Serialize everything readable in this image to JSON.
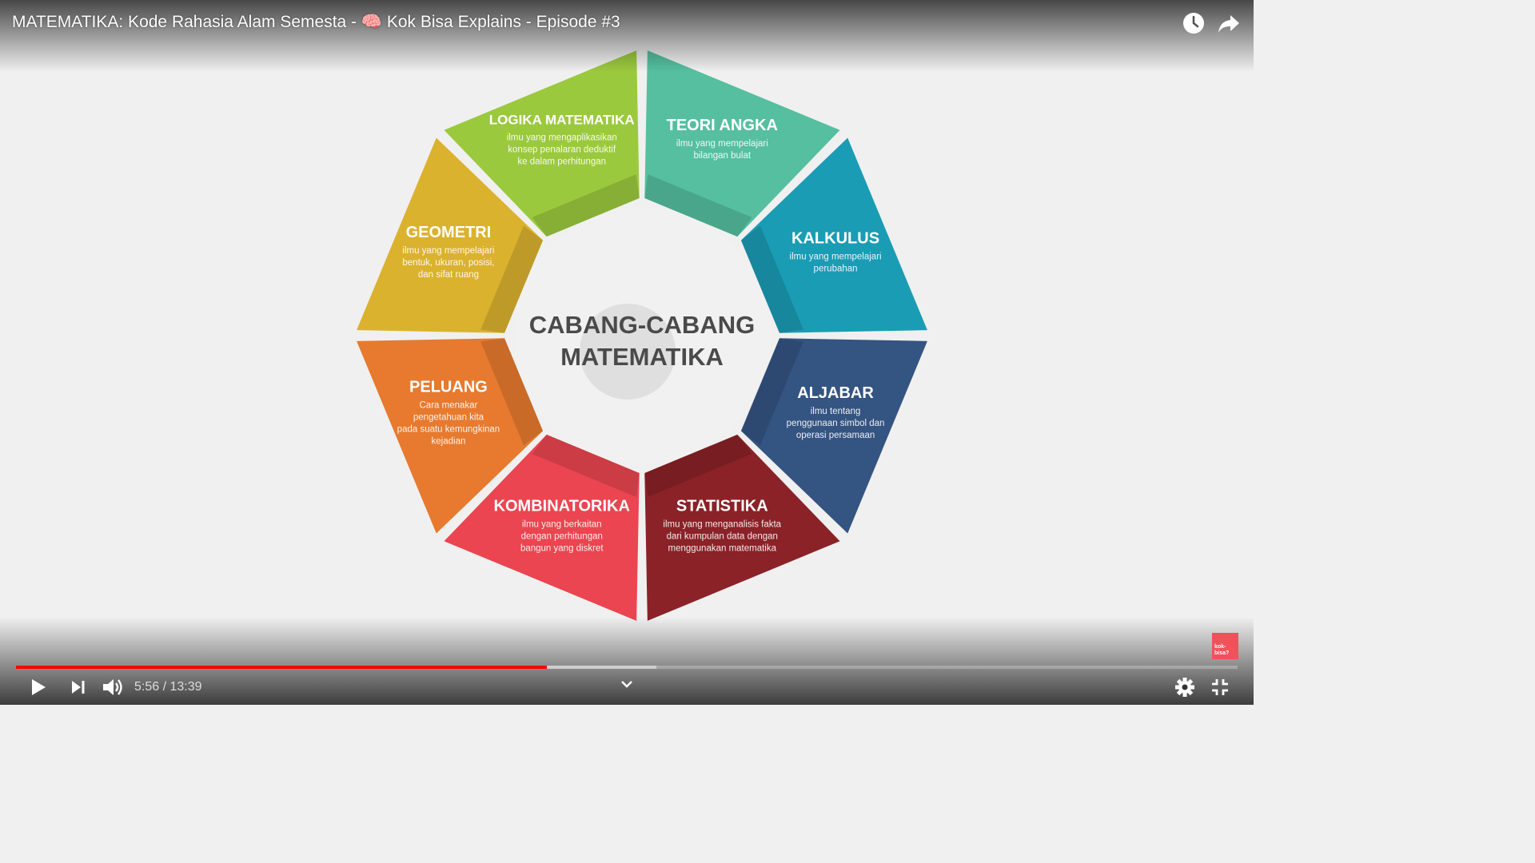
{
  "video": {
    "title": "MATEMATIKA: Kode Rahasia Alam Semesta - 🧠 Kok Bisa Explains - Episode #3",
    "current_time": "5:56",
    "duration": "13:39",
    "time_display": "5:56 / 13:39",
    "progress_fraction": 0.4346,
    "buffered_fraction": 0.524,
    "accent_color": "#ff0000"
  },
  "top_controls": {
    "watch_later_icon": "clock-icon",
    "share_icon": "share-arrow-icon"
  },
  "controls": {
    "play_icon": "play-icon",
    "next_icon": "next-icon",
    "volume_icon": "volume-icon",
    "chevron_icon": "chevron-down-icon",
    "settings_icon": "gear-icon",
    "exit_fullscreen_icon": "exit-fullscreen-icon"
  },
  "channel_badge": {
    "text": "kok-\nbisa?",
    "color": "#f2505a"
  },
  "diagram": {
    "center_title_line1": "CABANG-CABANG",
    "center_title_line2": "MATEMATIKA",
    "segments": [
      {
        "title": "TEORI ANGKA",
        "desc": [
          "ilmu yang mempelajari",
          "bilangan bulat"
        ],
        "color": "#55bf9f"
      },
      {
        "title": "KALKULUS",
        "desc": [
          "ilmu yang mempelajari",
          "perubahan"
        ],
        "color": "#1a9cb4"
      },
      {
        "title": "ALJABAR",
        "desc": [
          "ilmu tentang",
          "penggunaan simbol dan",
          "operasi persamaan"
        ],
        "color": "#345482"
      },
      {
        "title": "STATISTIKA",
        "desc": [
          "ilmu yang menganalisis fakta",
          "dari kumpulan data dengan",
          "menggunakan matematika"
        ],
        "color": "#8a2228"
      },
      {
        "title": "KOMBINATORIKA",
        "desc": [
          "ilmu yang berkaitan",
          "dengan perhitungan",
          "bangun yang diskret"
        ],
        "color": "#ea4550"
      },
      {
        "title": "PELUANG",
        "desc": [
          "Cara menakar",
          "pengetahuan kita",
          "pada suatu kemungkinan",
          "kejadian"
        ],
        "color": "#e77a2e"
      },
      {
        "title": "GEOMETRI",
        "desc": [
          "ilmu yang mempelajari",
          "bentuk, ukuran, posisi,",
          "dan sifat ruang"
        ],
        "color": "#dbb22e"
      },
      {
        "title": "LOGIKA MATEMATIKA",
        "desc": [
          "ilmu yang mengaplikasikan",
          "konsep penalaran deduktif",
          "ke dalam perhitungan"
        ],
        "color": "#9bc93e"
      }
    ]
  }
}
